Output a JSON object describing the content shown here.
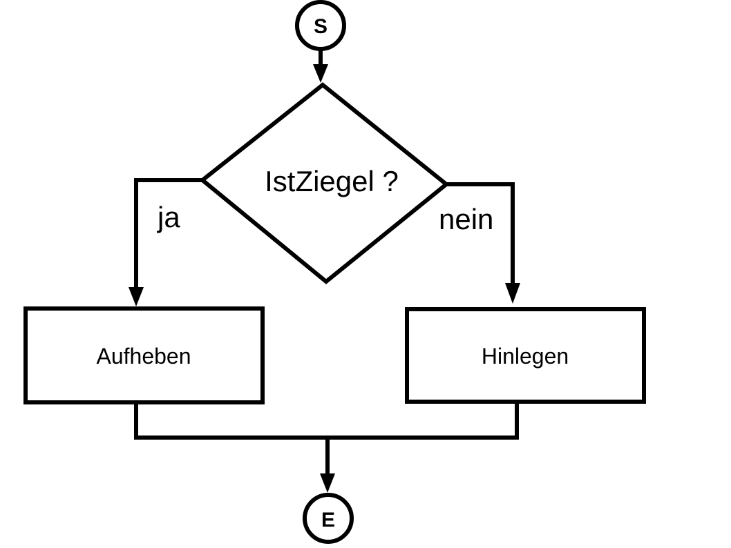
{
  "flowchart": {
    "start": {
      "label": "S"
    },
    "decision": {
      "label": "IstZiegel ?"
    },
    "branch_yes": {
      "label": "ja"
    },
    "branch_no": {
      "label": "nein"
    },
    "action_yes": {
      "label": "Aufheben"
    },
    "action_no": {
      "label": "Hinlegen"
    },
    "end": {
      "label": "E"
    }
  }
}
